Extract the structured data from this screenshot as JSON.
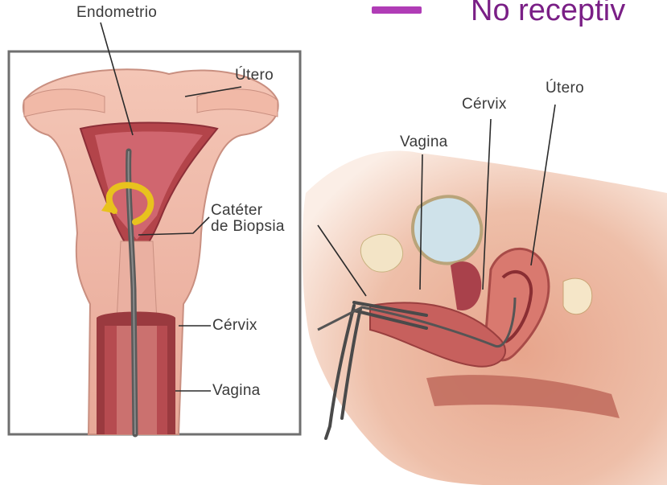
{
  "diagram": {
    "top_caption": "No receptiv",
    "left_panel": {
      "labels": {
        "endometrium": "Endometrio",
        "uterus": "Útero",
        "biopsy_catheter": "Catéter\nde Biopsia",
        "cervix": "Cérvix",
        "vagina": "Vagina"
      }
    },
    "right_panel": {
      "labels": {
        "cervix": "Cérvix",
        "uterus": "Útero",
        "vagina": "Vagina"
      }
    },
    "colors": {
      "tissue": "#eeb4a6",
      "tissue_dark": "#c8736c",
      "lining": "#a8404a",
      "catheter": "#5a5a5a",
      "bladder": "#cfe2ea",
      "arrow": "#e8c21e",
      "caption": "#7a1f86"
    }
  }
}
